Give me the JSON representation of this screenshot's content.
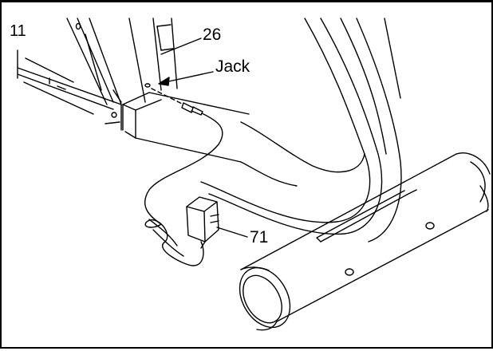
{
  "step": {
    "number": "11"
  },
  "callouts": {
    "part_26": "26",
    "jack": "Jack",
    "part_71": "71"
  },
  "colors": {
    "line": "#000000",
    "background": "#ffffff"
  }
}
